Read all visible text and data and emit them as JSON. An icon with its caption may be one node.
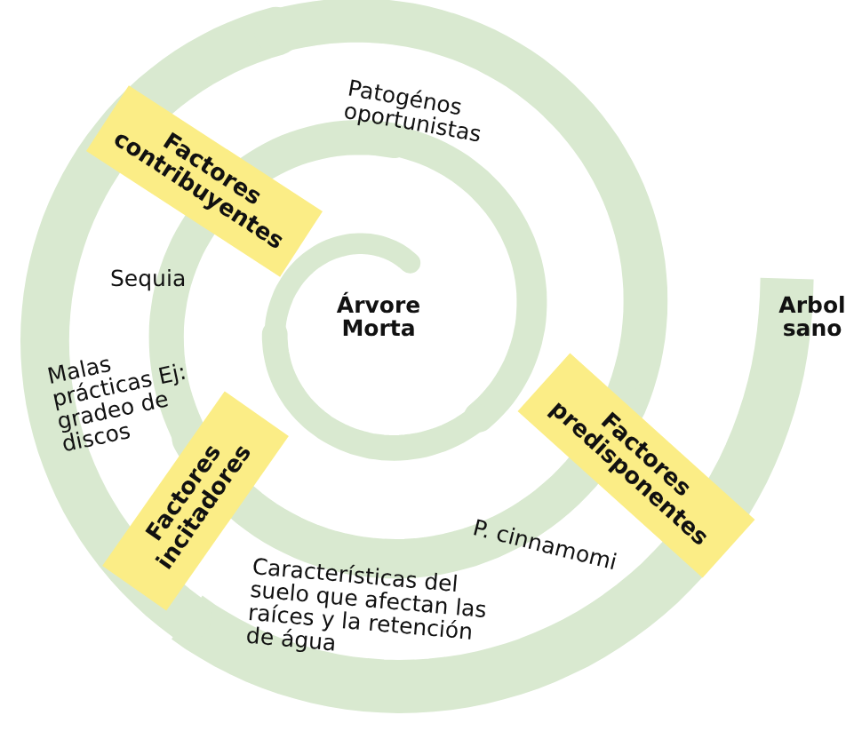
{
  "diagram": {
    "nodes": [
      {
        "text": [
          "Factores contribuyentes"
        ]
      },
      {
        "text": [
          "Factores incitadores"
        ]
      },
      {
        "text": [
          "Factores predisponentes"
        ]
      }
    ],
    "edges": [],
    "labels": [
      "Patogénos oportunistas",
      "Árvore Morta",
      "Arbol sano",
      "Sequia",
      "Malas prácticas Ej: gradeo de discos",
      "P. cinnamomi",
      "Características del suelo que afectan las raíces y la retención de água"
    ]
  }
}
